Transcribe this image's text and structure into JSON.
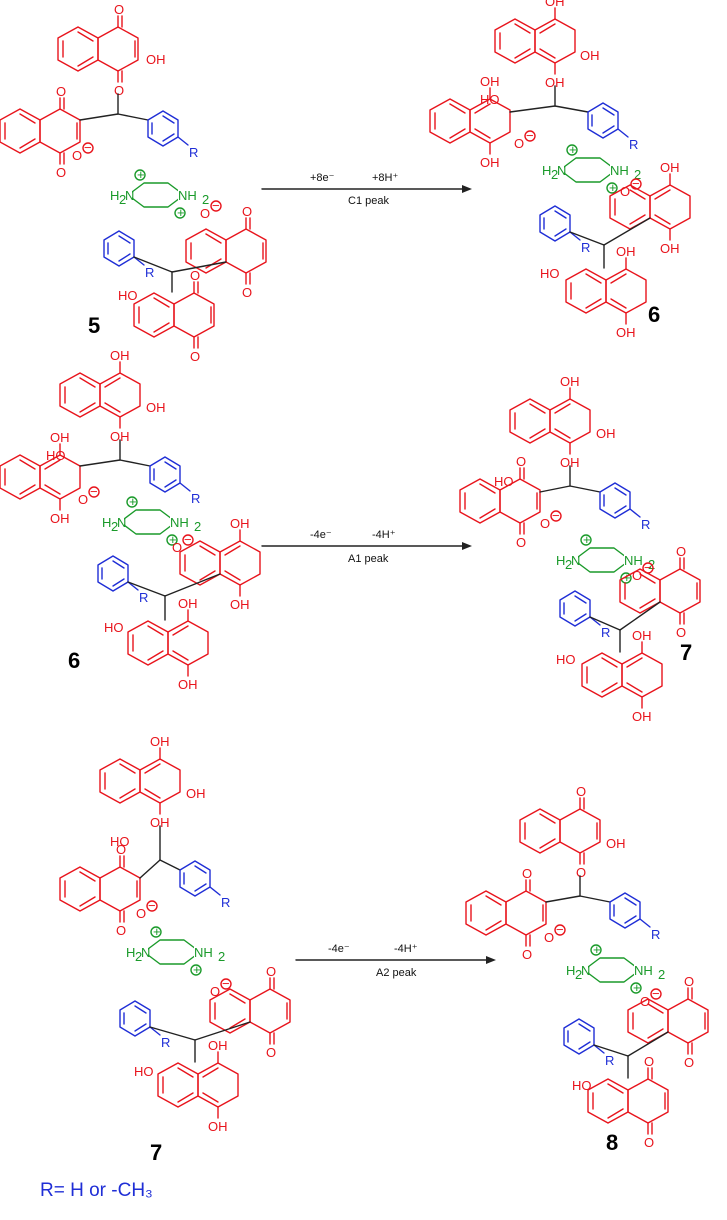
{
  "colors": {
    "quinone_naphthalene": "#e8141c",
    "aryl_substituent": "#1f2ed6",
    "piperazinium": "#1a9a2a",
    "arrow": "#222222"
  },
  "atom_labels": {
    "carbonyl_O": "O",
    "hydroxyl": "OH",
    "hydroxyl_left": "HO",
    "oxide": "O",
    "substituent": "R",
    "amine_left": "H",
    "amine_n": "N",
    "sub_two": "2",
    "amine_right": "NH",
    "plus": "+",
    "minus": "−"
  },
  "compounds": [
    {
      "id": "5"
    },
    {
      "id": "6"
    },
    {
      "id": "6"
    },
    {
      "id": "7"
    },
    {
      "id": "7"
    },
    {
      "id": "8"
    }
  ],
  "reactions": [
    {
      "label_left": "+8e⁻",
      "label_right": "+8H⁺",
      "label_peak": "C1 peak"
    },
    {
      "label_left": "-4e⁻",
      "label_right": "-4H⁺",
      "label_peak": "A1 peak"
    },
    {
      "label_left": "-4e⁻",
      "label_right": "-4H⁺",
      "label_peak": "A2 peak"
    }
  ],
  "footnote": "R= H or -CH₃"
}
